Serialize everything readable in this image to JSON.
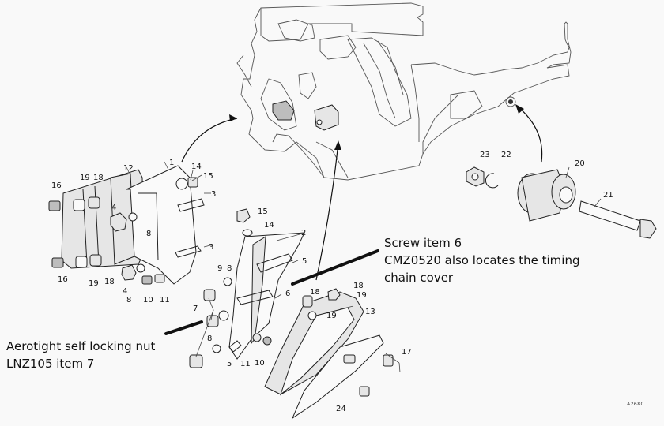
{
  "diagram": {
    "title": "Engine mounting exploded view",
    "reference_code": "A2680",
    "callouts": [
      "1",
      "2",
      "3",
      "3",
      "4",
      "4",
      "5",
      "5",
      "6",
      "7",
      "8",
      "8",
      "8",
      "8",
      "9",
      "10",
      "10",
      "11",
      "11",
      "12",
      "13",
      "14",
      "14",
      "15",
      "15",
      "16",
      "16",
      "17",
      "18",
      "18",
      "18",
      "18",
      "19",
      "19",
      "19",
      "19",
      "20",
      "21",
      "22",
      "23",
      "24"
    ]
  },
  "annotations": {
    "screw_note": {
      "line1": "Screw item 6",
      "line2": "CMZ0520 also locates the timing",
      "line3": "chain cover"
    },
    "nut_note": {
      "line1": "Aerotight self locking nut",
      "line2": "LNZ105 item 7"
    }
  },
  "labels": {
    "l1": "1",
    "l2": "2",
    "l3a": "3",
    "l3b": "3",
    "l4a": "4",
    "l4b": "4",
    "l5a": "5",
    "l5b": "5",
    "l6": "6",
    "l7": "7",
    "l8a": "8",
    "l8b": "8",
    "l8c": "8",
    "l8d": "8",
    "l9": "9",
    "l10a": "10",
    "l10b": "10",
    "l11a": "11",
    "l11b": "11",
    "l12": "12",
    "l13": "13",
    "l14a": "14",
    "l14b": "14",
    "l15a": "15",
    "l15b": "15",
    "l16a": "16",
    "l16b": "16",
    "l17": "17",
    "l18a": "18",
    "l18b": "18",
    "l18c": "18",
    "l18d": "18",
    "l19a": "19",
    "l19b": "19",
    "l19c": "19",
    "l19d": "19",
    "l20": "20",
    "l21": "21",
    "l22": "22",
    "l23": "23",
    "l24": "24"
  }
}
